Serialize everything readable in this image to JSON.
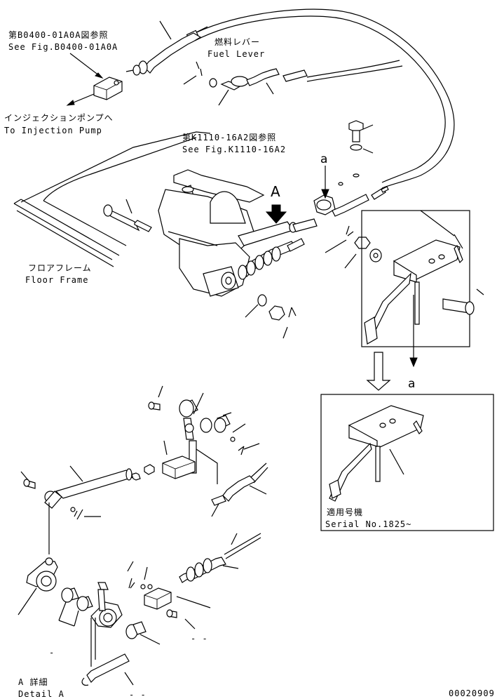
{
  "labels": {
    "ref1_jp": "第B0400-01A0A図参照",
    "ref1_en": "See Fig.B0400-01A0A",
    "fuel_jp": "燃料レバー",
    "fuel_en": "Fuel Lever",
    "pump_jp": "インジェクションポンプへ",
    "pump_en": "To Injection Pump",
    "ref2_jp": "第K1110-16A2図参照",
    "ref2_en": "See Fig.K1110-16A2",
    "view_a": "A",
    "point_a1": "a",
    "point_a2": "a",
    "floor_jp": "フロアフレーム",
    "floor_en": "Floor Frame",
    "serial_jp": "適用号機",
    "serial_en": "Serial No.1825~",
    "detail_jp": "A 詳細",
    "detail_en": "Detail A",
    "dash1": "-",
    "dash2": "- -",
    "dash3": "- -",
    "code": "00020909"
  }
}
